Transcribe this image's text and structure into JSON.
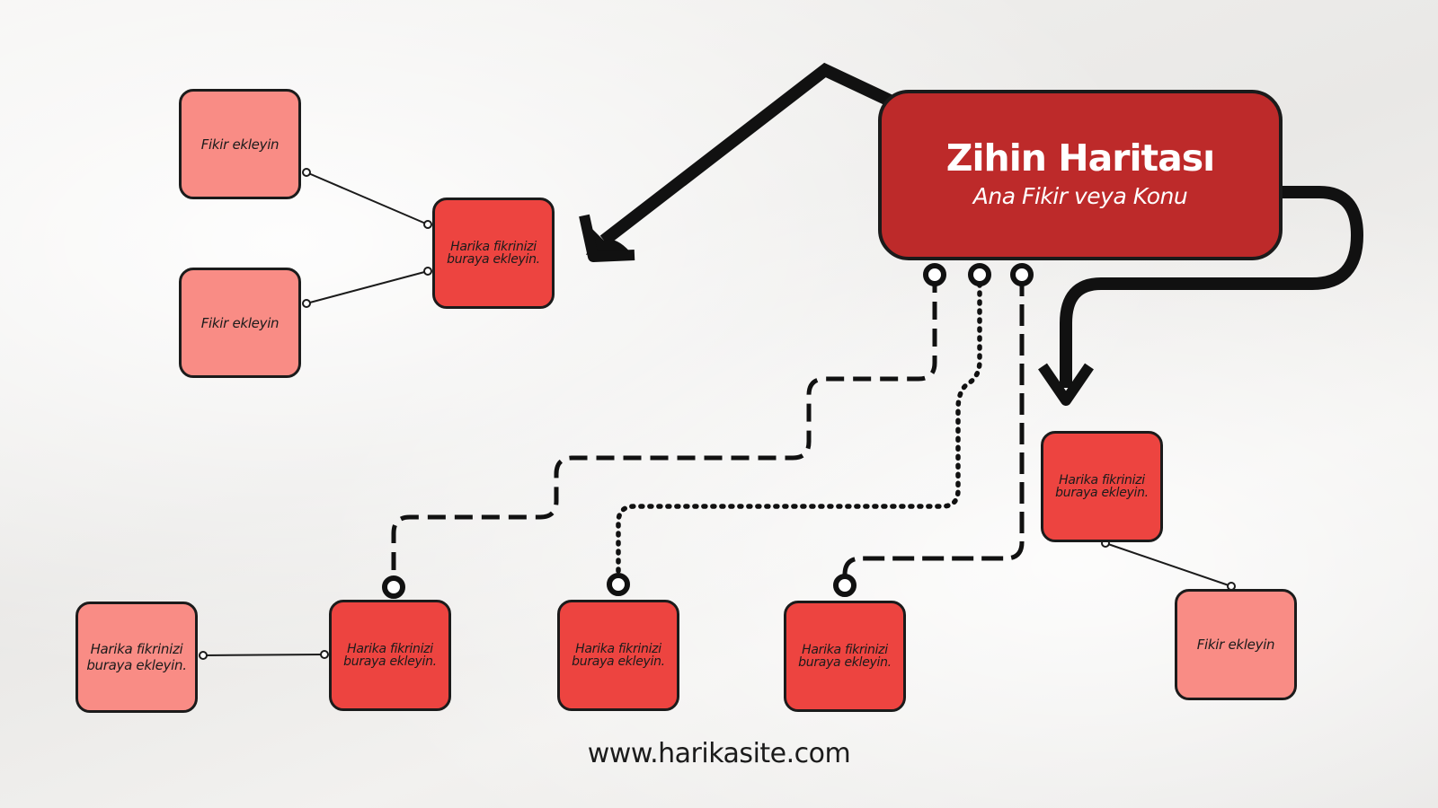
{
  "main": {
    "title": "Zihin Haritası",
    "subtitle": "Ana Fikir veya Konu"
  },
  "nodes": {
    "top_left_idea_1": "Fikir ekleyin",
    "top_left_idea_2": "Fikir ekleyin",
    "left_hub": "Harika fikrinizi\nburaya ekleyin.",
    "right_hub": "Harika fikrinizi\nburaya ekleyin.",
    "right_idea": "Fikir ekleyin",
    "bottom_leftmost": "Harika fikrinizi\nburaya ekleyin.",
    "bottom_1": "Harika fikrinizi\nburaya ekleyin.",
    "bottom_2": "Harika fikrinizi\nburaya ekleyin.",
    "bottom_3": "Harika fikrinizi\nburaya ekleyin."
  },
  "footer": {
    "url": "www.harikasite.com"
  },
  "colors": {
    "main_box": "#bd2a2a",
    "strong_box": "#ed4440",
    "light_box": "#f98c85",
    "outline": "#1b1b1b"
  }
}
